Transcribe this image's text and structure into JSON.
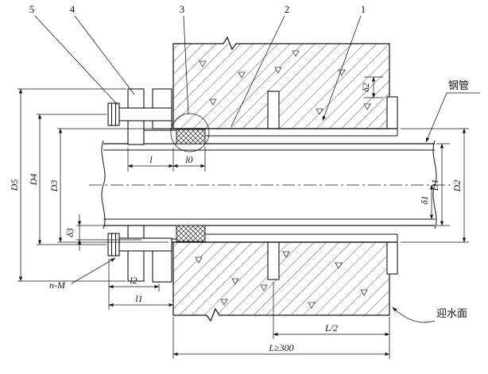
{
  "drawing": {
    "parts": {
      "p1": "1",
      "p2": "2",
      "p3": "3",
      "p4": "4",
      "p5": "5"
    },
    "dims": {
      "D1": "D1",
      "D2": "D2",
      "D3": "D3",
      "D4": "D4",
      "D5": "D5",
      "delta1": "δ1",
      "delta2": "δ2",
      "delta3": "δ3",
      "l": "l",
      "l0": "l0",
      "l1": "l1",
      "l2": "l2",
      "L_half": "L/2",
      "L_min": "L≥300",
      "n_M": "n-M"
    },
    "notes": {
      "steel_pipe": "钢管",
      "water_facing_side": "迎水面"
    }
  }
}
